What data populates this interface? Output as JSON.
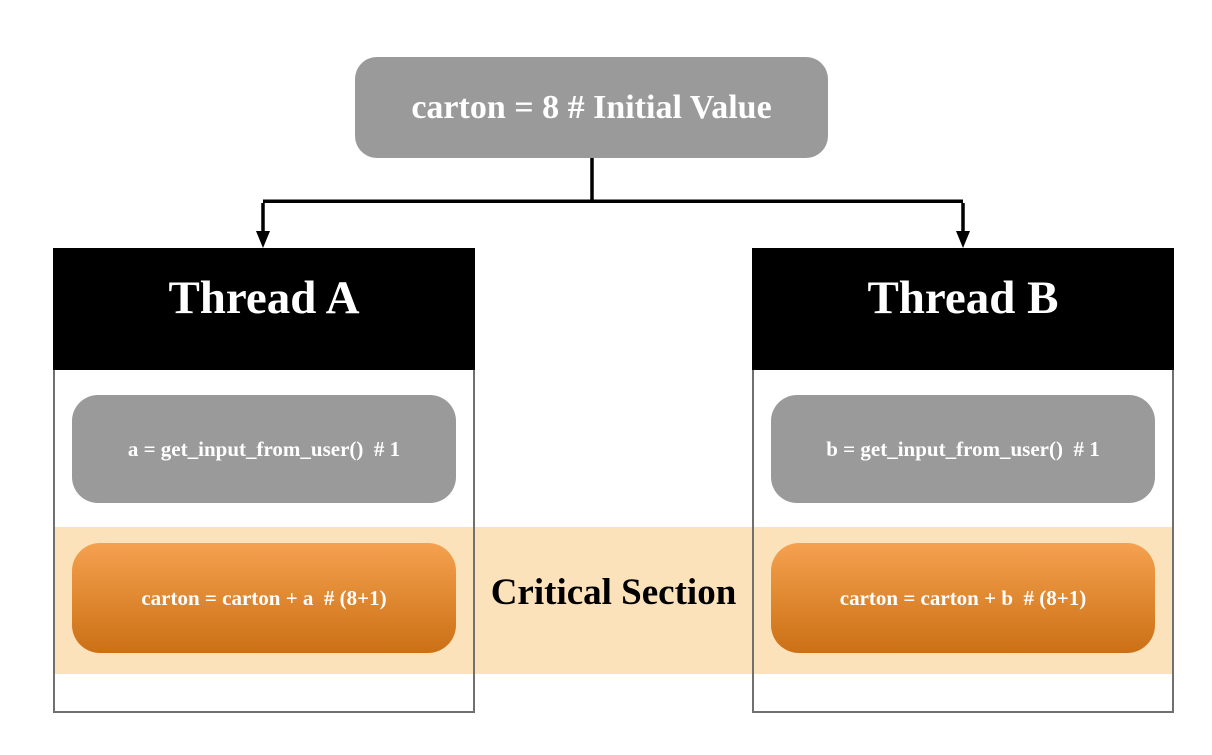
{
  "colors": {
    "gray-box": "#9A9A9A",
    "header-bg": "#000000",
    "band-bg": "#FCE2BB",
    "orange-top": "#F5A14F",
    "orange-bottom": "#CB7015",
    "box-border": "#707070",
    "arrow": "#000000",
    "code-text": "#FFFFFF",
    "label-text": "#000000",
    "canvas-bg": "#FFFFFF"
  },
  "diagram": {
    "initial_box_label": "carton = 8 # Initial Value",
    "critical_section_label": "Critical Section",
    "threads": [
      {
        "title": "Thread A",
        "input_line": "a = get_input_from_user()  # 1",
        "critical_line": "carton = carton + a  # (8+1)"
      },
      {
        "title": "Thread B",
        "input_line": "b = get_input_from_user()  # 1",
        "critical_line": "carton = carton + b  # (8+1)"
      }
    ]
  }
}
